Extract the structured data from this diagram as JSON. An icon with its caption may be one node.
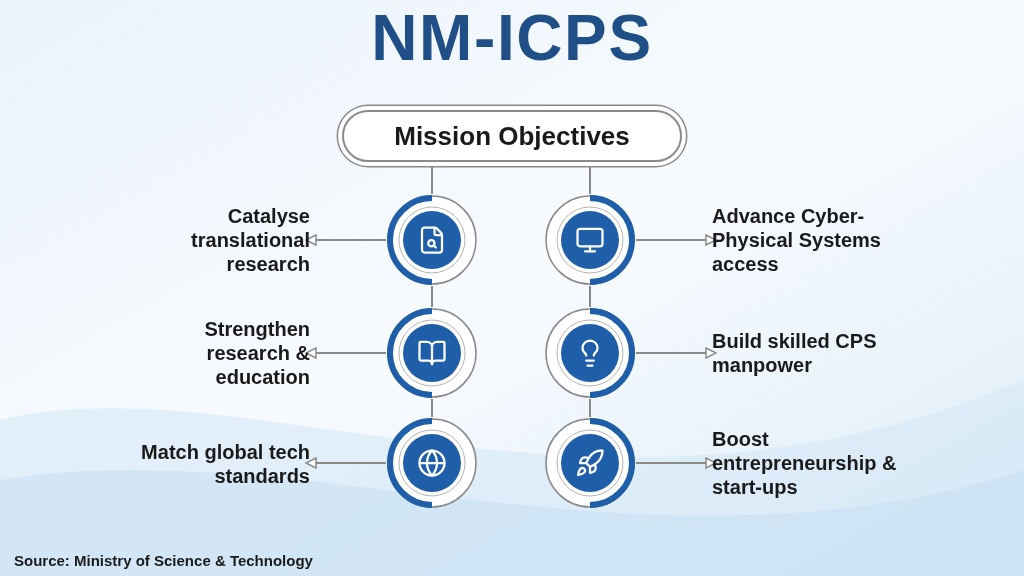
{
  "diagram": {
    "title": "NM-ICPS",
    "nodes": [
      {
        "text": [
          "Mission Objectives"
        ]
      },
      {
        "text": [],
        "shape": "circle"
      },
      {
        "text": [],
        "shape": "circle"
      },
      {
        "text": [],
        "shape": "circle"
      },
      {
        "text": [],
        "shape": "circle"
      },
      {
        "text": [],
        "shape": "circle"
      },
      {
        "text": [],
        "shape": "circle"
      },
      {
        "text": [
          "Catalyse translational research"
        ]
      },
      {
        "text": [
          "Advance Cyber-Physical Systems access"
        ]
      },
      {
        "text": [
          "Strengthen research & education"
        ]
      },
      {
        "text": [
          "Build skilled CPS manpower"
        ]
      },
      {
        "text": [
          "Match global tech standards"
        ]
      },
      {
        "text": [
          "Boost entrepreneurship & start-ups"
        ]
      }
    ],
    "edges": [
      {
        "from": 0,
        "to": 1,
        "arrow": "none"
      },
      {
        "from": 0,
        "to": 2,
        "arrow": "none"
      },
      {
        "from": 1,
        "to": 3,
        "arrow": "none"
      },
      {
        "from": 2,
        "to": 4,
        "arrow": "none"
      },
      {
        "from": 3,
        "to": 5,
        "arrow": "none"
      },
      {
        "from": 4,
        "to": 6,
        "arrow": "none"
      },
      {
        "from": 1,
        "to": 7,
        "arrow": "to"
      },
      {
        "from": 2,
        "to": 8,
        "arrow": "to"
      },
      {
        "from": 3,
        "to": 9,
        "arrow": "to"
      },
      {
        "from": 4,
        "to": 10,
        "arrow": "to"
      },
      {
        "from": 5,
        "to": 11,
        "arrow": "to"
      },
      {
        "from": 6,
        "to": 12,
        "arrow": "to"
      }
    ],
    "labels": [
      "Source: Ministry of Science & Technology"
    ]
  }
}
